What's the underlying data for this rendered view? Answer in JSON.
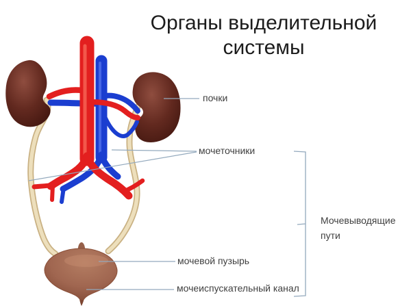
{
  "slide": {
    "title": "Органы выделительной системы"
  },
  "labels": {
    "kidneys": "почки",
    "ureters": "мочеточники",
    "bladder": "мочевой пузырь",
    "urethra": "мочеиспускательный канал",
    "urinary_tract": "Мочевыводящие пути"
  },
  "colors": {
    "background": "#ffffff",
    "title_text": "#1c1c1c",
    "label_text": "#3f3f3f",
    "leader_line": "#93a9bd",
    "artery_red": "#e31f1f",
    "vein_blue": "#1b3ed0",
    "kidney_maroon": "#5d241d",
    "ureter_beige": "#eddfbc",
    "bladder_brown": "#9c614a"
  }
}
